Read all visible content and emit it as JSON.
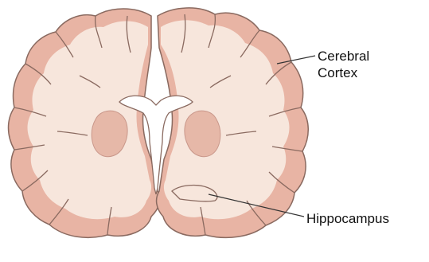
{
  "labels": {
    "cerebral_cortex_line1": "Cerebral",
    "cerebral_cortex_line2": "Cortex",
    "hippocampus": "Hippocampus"
  },
  "colors": {
    "cortex_pink": "#e8b4a4",
    "white_matter": "#f7e6dc",
    "outline": "#8a6a60",
    "deep_nuclei": "#e6b8a8",
    "ventricle": "#ffffff",
    "leader_line": "#333333"
  }
}
